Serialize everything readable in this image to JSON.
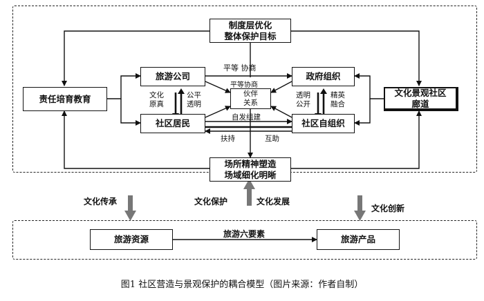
{
  "nodes": {
    "system_goal": [
      "制度层优化",
      "整体保护目标"
    ],
    "tour_company": "旅游公司",
    "gov_org": "政府组织",
    "responsibility": "责任培育教育",
    "cultural_corridor": [
      "文化景观社区",
      "廊道"
    ],
    "community_residents": "社区居民",
    "community_self_org": "社区自组织",
    "partnership": [
      "伙伴",
      "关系"
    ],
    "place_spirit": [
      "场所精神塑造",
      "场域细化明晰"
    ],
    "tourism_resources": "旅游资源",
    "tourism_products": "旅游产品"
  },
  "labels": {
    "equal_consult_top": "平等  协商",
    "equal_consult_mid": "平等协商",
    "culture_original": [
      "文化",
      "原真"
    ],
    "fair_transparent": [
      "公平",
      "透明"
    ],
    "transparent_open": [
      "透明",
      "公开"
    ],
    "elite_fusion": [
      "精英",
      "融合"
    ],
    "spontaneous": "自发组建",
    "support": "扶持",
    "mutual_help": "互助",
    "culture_inherit": "文化传承",
    "culture_protect": "文化保护",
    "culture_develop": "文化发展",
    "culture_innovate": "文化创新",
    "six_elements": "旅游六要素"
  },
  "caption": "图1 社区营造与景观保护的耦合模型（图片来源：作者自制）"
}
